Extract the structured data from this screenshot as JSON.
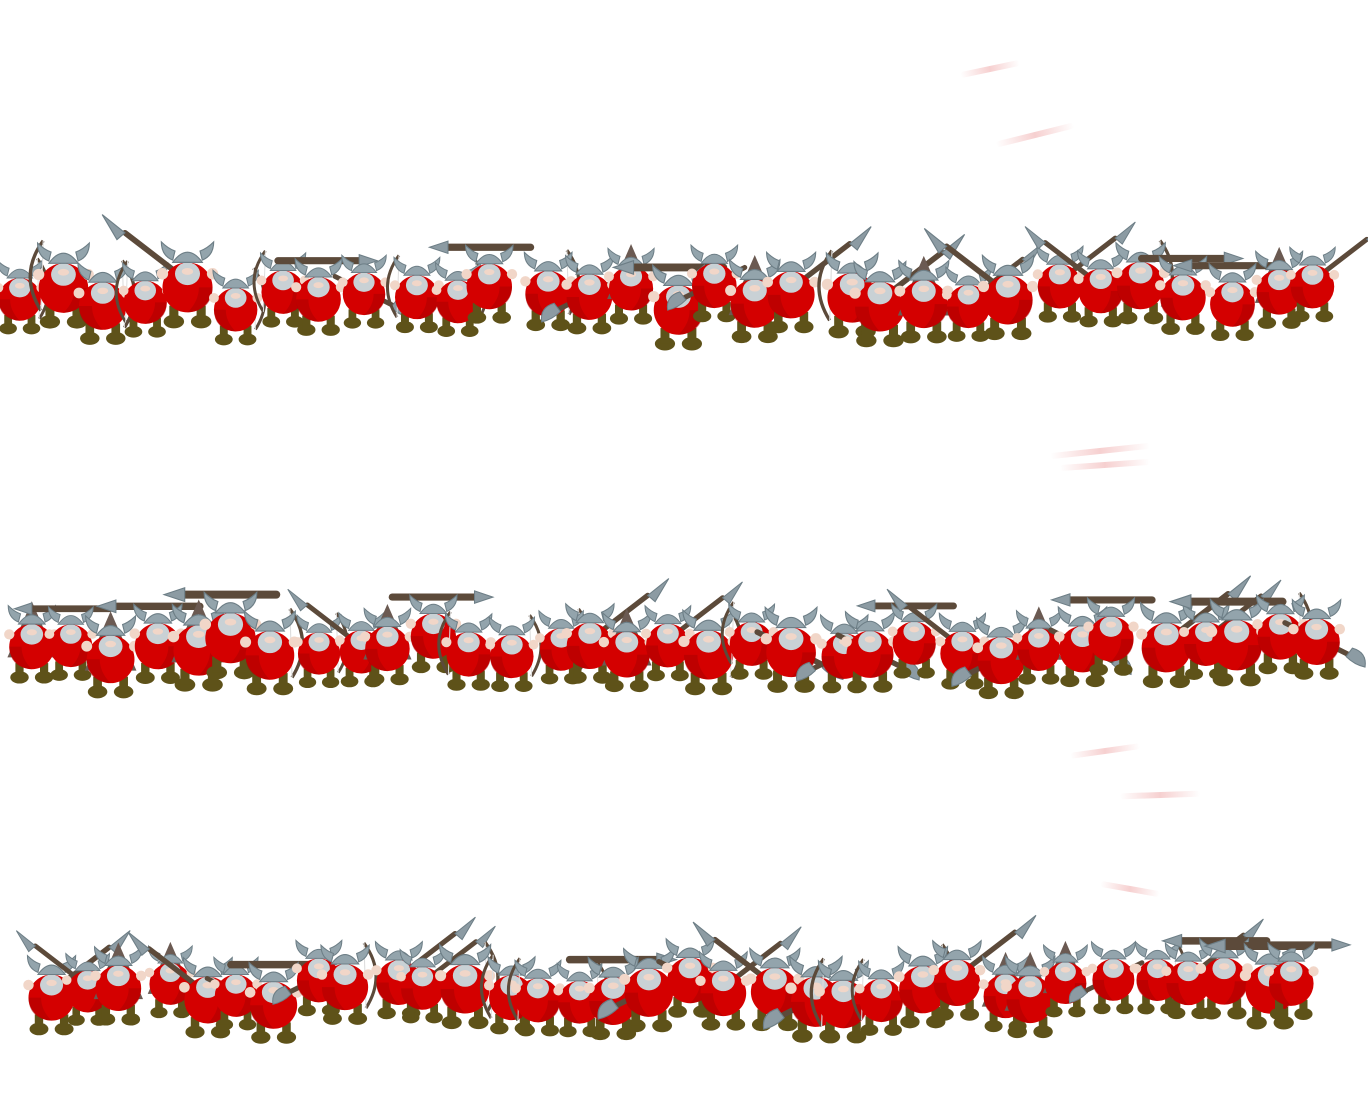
{
  "scene": {
    "background": "#ffffff",
    "type": "sprite-sheet",
    "rows": [
      {
        "name": "row-1",
        "units": 31
      },
      {
        "name": "row-2",
        "units": 33
      },
      {
        "name": "row-3",
        "units": 34
      }
    ]
  },
  "palette": {
    "tunic": "#d40000",
    "tunic_shade": "#a80000",
    "helmet": "#93a4ac",
    "helmet_dark": "#6d7e86",
    "skin": "#f1d6c8",
    "beard": "#c9d1d5",
    "boots": "#5e5219",
    "shaft": "#5c4a3a",
    "blade": "#8c9ba3",
    "streak": "#e68080"
  },
  "weapons": [
    "spear",
    "axe",
    "bow",
    "hammer",
    "sword"
  ]
}
